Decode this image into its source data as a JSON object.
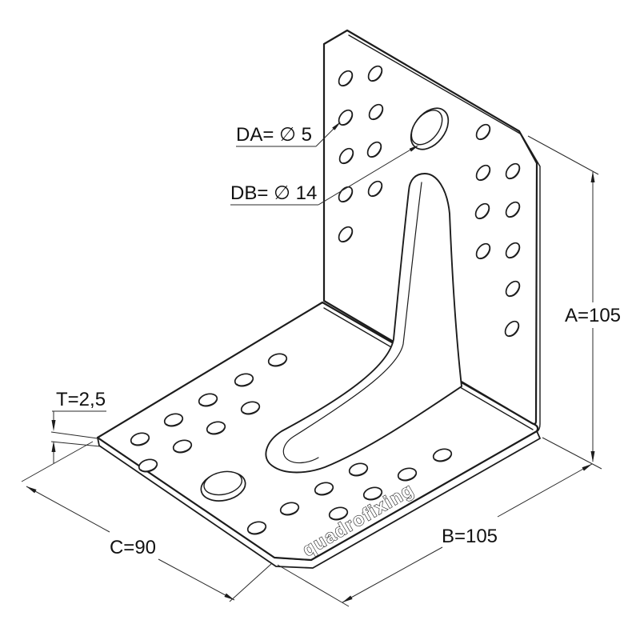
{
  "drawing": {
    "background": "#ffffff",
    "line_color": "#1c1c1c",
    "dimension_labels": {
      "hole_small_diameter": "DA= ∅ 5",
      "hole_large_diameter": "DB= ∅ 14",
      "height": "A=105",
      "width": "B=105",
      "depth": "C=90",
      "thickness": "T=2,5"
    },
    "brand_text": "quadrofixing"
  }
}
